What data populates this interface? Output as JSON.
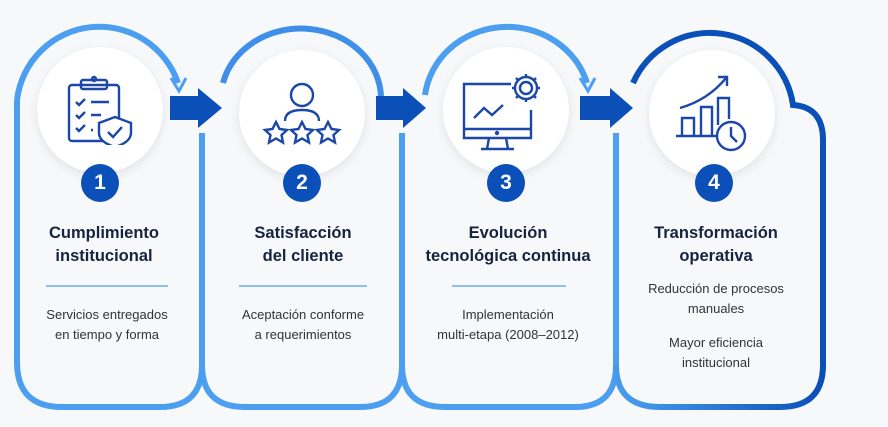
{
  "colors": {
    "light_blue": "#4c9ff0",
    "dark_blue": "#0b4fb8",
    "title": "#16233f"
  },
  "steps": [
    {
      "number": "1",
      "icon": "clipboard-shield-icon",
      "title_line1": "Cumplimiento",
      "title_line2": "institucional",
      "desc": [
        "Servicios entregados",
        "en tiempo y forma"
      ]
    },
    {
      "number": "2",
      "icon": "user-rating-icon",
      "title_line1": "Satisfacción",
      "title_line2": "del cliente",
      "desc": [
        "Aceptación conforme",
        "a requerimientos"
      ]
    },
    {
      "number": "3",
      "icon": "monitor-gear-icon",
      "title_line1": "Evolución",
      "title_line2": "tecnológica continua",
      "desc": [
        "Implementación",
        "multi-etapa (2008–2012)"
      ]
    },
    {
      "number": "4",
      "icon": "chart-clock-icon",
      "title_line1": "Transformación",
      "title_line2": "operativa",
      "desc": [
        "Reducción de procesos",
        "manuales",
        "Mayor eficiencia",
        "institucional"
      ]
    }
  ]
}
